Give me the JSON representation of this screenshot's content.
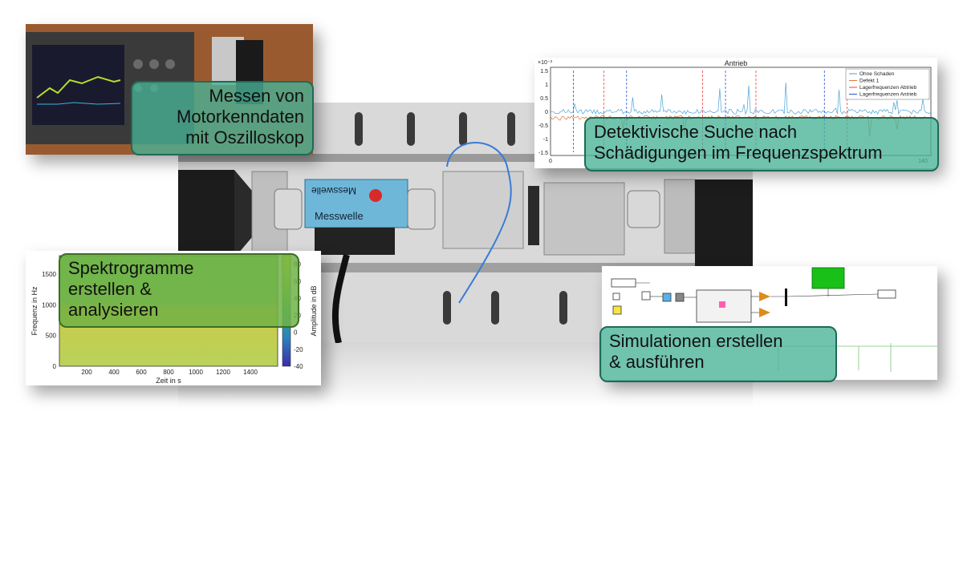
{
  "captions": {
    "oscilloscope": [
      "Messen von",
      "Motorkenndaten",
      "mit Oszilloskop"
    ],
    "spectrum": [
      "Detektivische Suche nach",
      "Schädigungen im Frequenzspektrum"
    ],
    "spectrogram": [
      "Spektrogramme",
      "erstellen &",
      "analysieren"
    ],
    "simulation": [
      "Simulationen erstellen",
      "& ausführen"
    ]
  },
  "bench": {
    "label_top": "Messwelle",
    "label_bottom": "Messwelle"
  },
  "spectrum_chart": {
    "type": "line",
    "title": "Antrieb",
    "exponent_label": "×10⁻³",
    "yticks": [
      "1.5",
      "1",
      "0.5",
      "0",
      "-0.5",
      "-1",
      "-1.5"
    ],
    "xticks": [
      "0",
      "140"
    ],
    "legend": [
      "Ohne Schaden",
      "Defekt 1",
      "Lagerfrequenzen Abtrieb",
      "Lagerfrequenzen Antrieb"
    ],
    "series_colors": [
      "#4aa3d8",
      "#e0763a",
      "#e84040",
      "#3050c8"
    ]
  },
  "spectrogram_chart": {
    "type": "heatmap",
    "ylabel": "Frequenz in Hz",
    "xlabel": "Zeit in s",
    "colorbar_label": "Amplitude in dB",
    "yticks": [
      "1500",
      "1000",
      "500",
      "0"
    ],
    "xticks": [
      "200",
      "400",
      "600",
      "800",
      "1000",
      "1200",
      "1400"
    ],
    "cticks": [
      "80",
      "60",
      "40",
      "20",
      "0",
      "-20",
      "-40"
    ],
    "ylim": [
      0,
      1800
    ],
    "xlim": [
      0,
      1600
    ],
    "clim": [
      -40,
      90
    ]
  },
  "colors": {
    "caption_teal": "#48b296",
    "caption_green": "#6eb246",
    "caption_border": "#1e6b55"
  }
}
